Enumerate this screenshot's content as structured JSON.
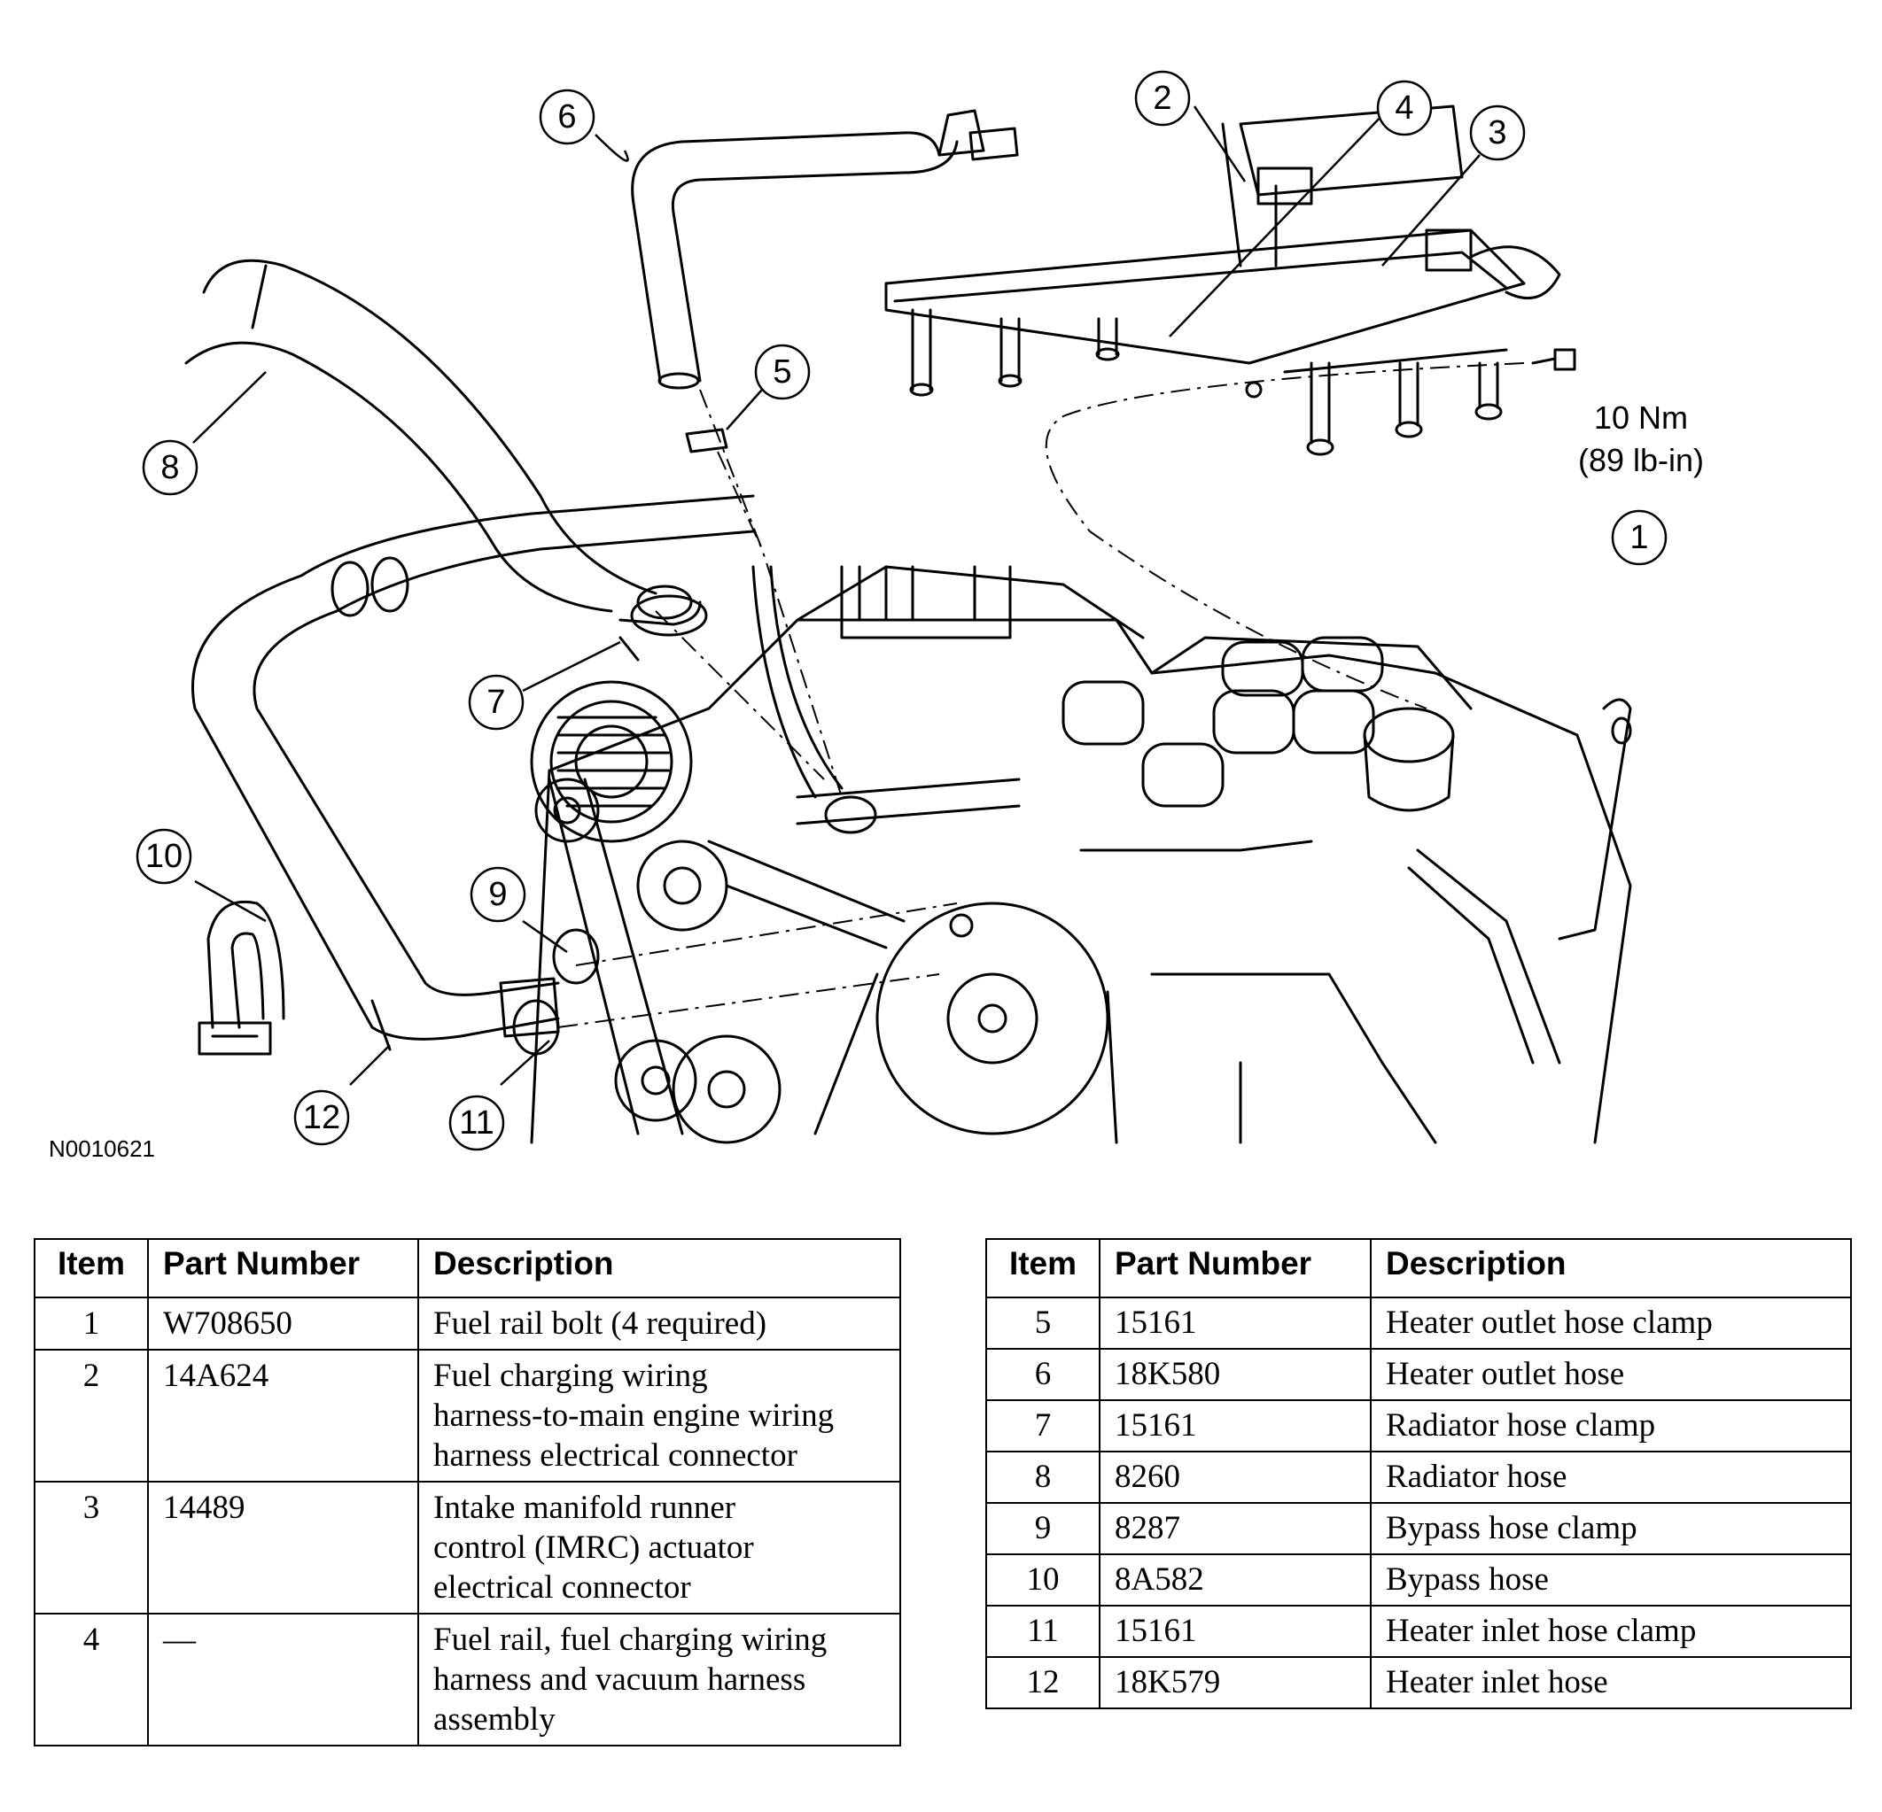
{
  "diagram": {
    "figure_id": "N0010621",
    "callouts": [
      "1",
      "2",
      "3",
      "4",
      "5",
      "6",
      "7",
      "8",
      "9",
      "10",
      "11",
      "12"
    ],
    "torque": {
      "line1": "10 Nm",
      "line2": "(89 lb-in)"
    }
  },
  "tables": {
    "headers": {
      "item": "Item",
      "part_number": "Part Number",
      "description": "Description"
    },
    "left": [
      {
        "item": "1",
        "part": "W708650",
        "desc": [
          "Fuel rail bolt (4 required)"
        ]
      },
      {
        "item": "2",
        "part": "14A624",
        "desc": [
          "Fuel charging wiring",
          "harness-to-main engine wiring",
          "harness electrical connector"
        ]
      },
      {
        "item": "3",
        "part": "14489",
        "desc": [
          "Intake manifold runner",
          "control (IMRC) actuator",
          "electrical connector"
        ]
      },
      {
        "item": "4",
        "part": "—",
        "desc": [
          "Fuel rail, fuel charging wiring",
          "harness and vacuum harness",
          "assembly"
        ]
      }
    ],
    "right": [
      {
        "item": "5",
        "part": "15161",
        "desc": [
          "Heater outlet hose clamp"
        ]
      },
      {
        "item": "6",
        "part": "18K580",
        "desc": [
          "Heater outlet hose"
        ]
      },
      {
        "item": "7",
        "part": "15161",
        "desc": [
          "Radiator hose clamp"
        ]
      },
      {
        "item": "8",
        "part": "8260",
        "desc": [
          "Radiator hose"
        ]
      },
      {
        "item": "9",
        "part": "8287",
        "desc": [
          "Bypass hose clamp"
        ]
      },
      {
        "item": "10",
        "part": "8A582",
        "desc": [
          "Bypass hose"
        ]
      },
      {
        "item": "11",
        "part": "15161",
        "desc": [
          "Heater inlet hose clamp"
        ]
      },
      {
        "item": "12",
        "part": "18K579",
        "desc": [
          "Heater inlet hose"
        ]
      }
    ]
  }
}
